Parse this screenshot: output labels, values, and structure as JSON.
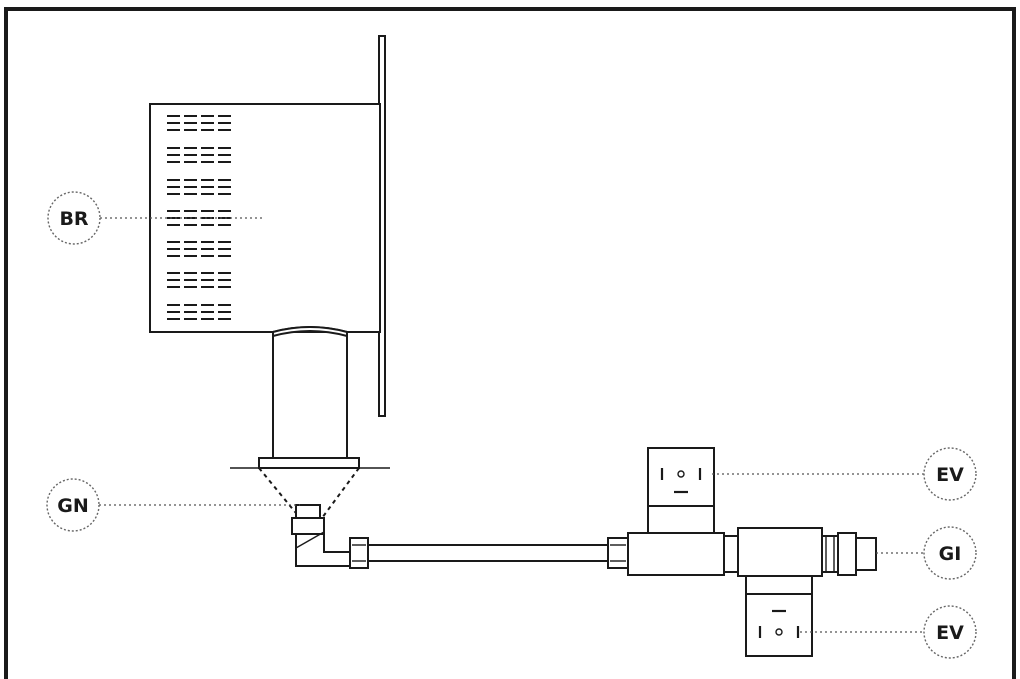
{
  "diagram": {
    "callouts": [
      {
        "id": "br",
        "label": "BR"
      },
      {
        "id": "gn",
        "label": "GN"
      },
      {
        "id": "ev-top",
        "label": "EV"
      },
      {
        "id": "gi",
        "label": "GI"
      },
      {
        "id": "ev-bottom",
        "label": "EV"
      }
    ]
  }
}
